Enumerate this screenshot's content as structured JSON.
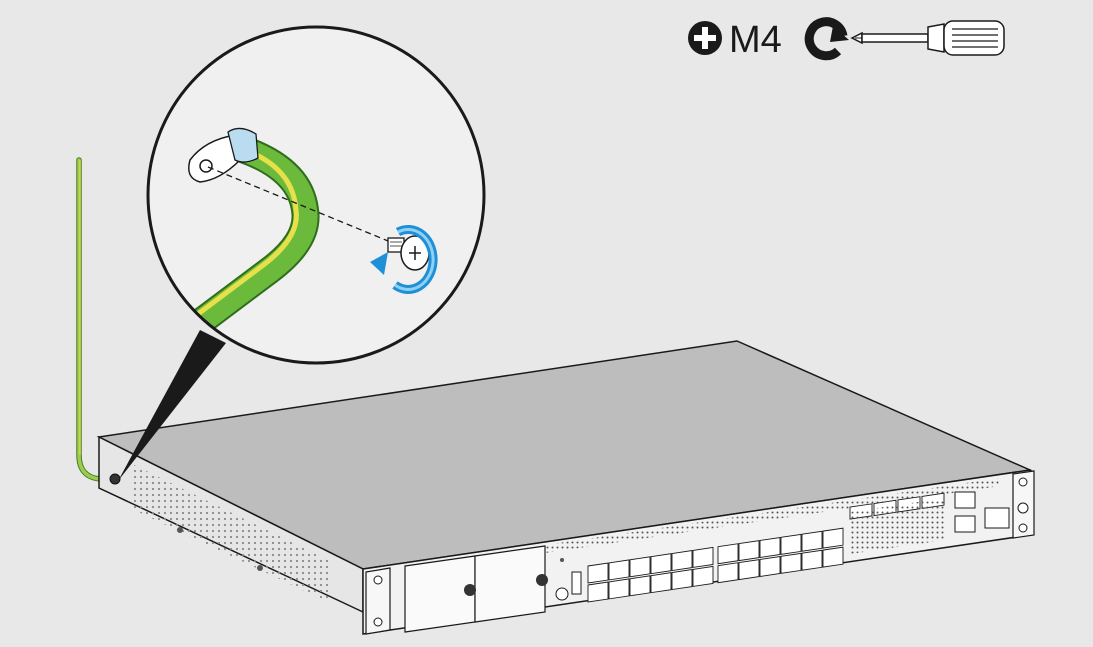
{
  "tool": {
    "screw_size_label": "M4",
    "screw_type_icon": "phillips-cross-icon",
    "rotation_icon": "clockwise-arrow-icon",
    "tool_icon": "phillips-screwdriver-icon"
  },
  "colors": {
    "background": "#e8e8e8",
    "ground_wire_green": "#6cba3c",
    "ground_wire_yellow": "#e6e04a",
    "rotation_arrow_blue": "#1f8fd6",
    "chassis_top": "#bdbdbd",
    "chassis_front": "#f2f2f2",
    "outline": "#1a1a1a"
  },
  "device": {
    "sfp_cage_groups": 2,
    "sfp_cages_per_group": 12,
    "sfp_plus_cages": 4,
    "rj45_ports": 3
  }
}
